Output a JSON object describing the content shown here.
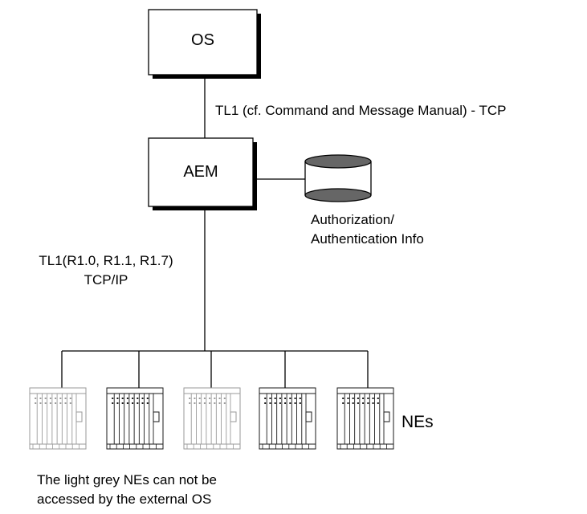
{
  "nodes": {
    "os": {
      "label": "OS"
    },
    "aem": {
      "label": "AEM"
    },
    "database": {
      "label_line1": "Authorization/",
      "label_line2": "Authentication Info",
      "icon": "database-cylinder-icon"
    }
  },
  "links": {
    "os_aem": {
      "label": "TL1 (cf. Command and Message Manual) - TCP"
    },
    "aem_nes": {
      "label_line1": "TL1(R1.0, R1.1, R1.7)",
      "label_line2": "TCP/IP"
    }
  },
  "network_elements": {
    "label": "NEs",
    "items": [
      {
        "shade": "light",
        "icon": "network-element-rack-icon"
      },
      {
        "shade": "dark",
        "icon": "network-element-rack-icon"
      },
      {
        "shade": "light",
        "icon": "network-element-rack-icon"
      },
      {
        "shade": "dark",
        "icon": "network-element-rack-icon"
      },
      {
        "shade": "dark",
        "icon": "network-element-rack-icon"
      }
    ],
    "note_line1": "The light grey NEs can not be",
    "note_line2": "accessed by the external OS"
  },
  "colors": {
    "light_ne": "#9a9a9a",
    "dark_ne": "#1a1a1a",
    "shadow": "#000000"
  }
}
